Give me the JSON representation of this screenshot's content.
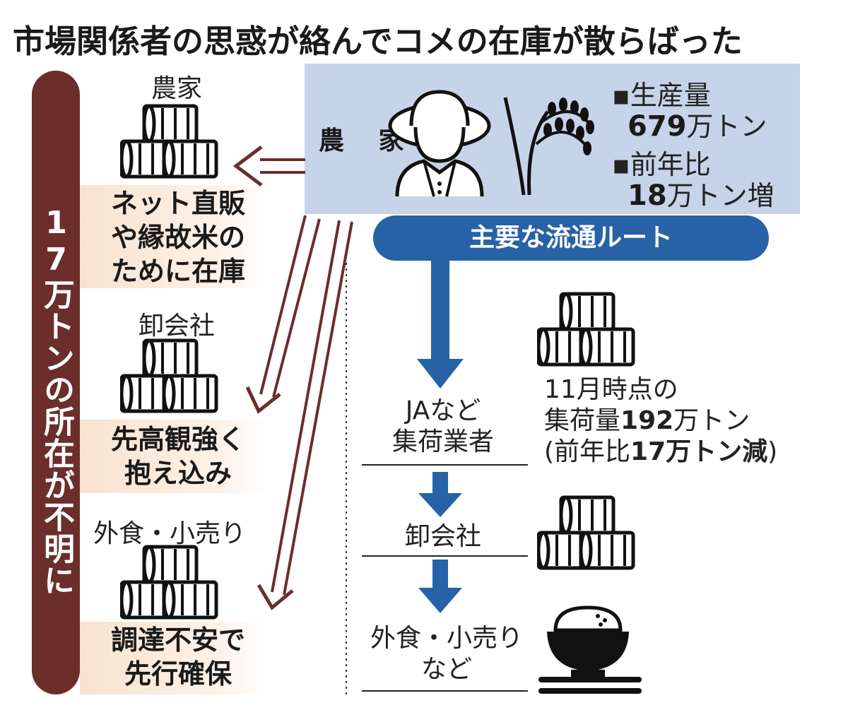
{
  "title": "市場関係者の思惑が絡んでコメの在庫が散らばった",
  "side_bar": "17万トンの所在が不明に",
  "left_items": [
    {
      "category": "農家",
      "reason": [
        "ネット直販",
        "や縁故米の",
        "ために在庫"
      ]
    },
    {
      "category": "卸会社",
      "reason": [
        "先高観強く",
        "抱え込み"
      ]
    },
    {
      "category": "外食・小売り",
      "reason": [
        "調達不安で",
        "先行確保"
      ]
    }
  ],
  "farmer": {
    "label": "農 家",
    "production_label": "▪生産量",
    "production_value": "679",
    "production_unit": "万トン",
    "yoy_label": "▪前年比",
    "yoy_value": "18",
    "yoy_unit": "万トン増"
  },
  "route": {
    "title": "主要な流通ルート",
    "nodes": [
      {
        "name": [
          "JAなど",
          "集荷業者"
        ]
      },
      {
        "name": [
          "卸会社"
        ]
      },
      {
        "name": [
          "外食・小売り",
          "など"
        ]
      }
    ],
    "collection": {
      "line1": "11月時点の",
      "line2_prefix": "集荷量",
      "line2_value": "192",
      "line2_unit": "万トン",
      "line3_prefix": "(前年比",
      "line3_value": "17万トン減",
      "line3_suffix": ")"
    }
  },
  "colors": {
    "side_bar": "#6b2e2a",
    "route_blue": "#2762a6",
    "farmer_bg": "#c7d3e9",
    "reason_bg": "#f8e2cf"
  },
  "icons": [
    "rice-bale-stack-icon",
    "farmer-icon",
    "rice-plant-icon",
    "rice-bowl-icon",
    "chopsticks-icon"
  ]
}
